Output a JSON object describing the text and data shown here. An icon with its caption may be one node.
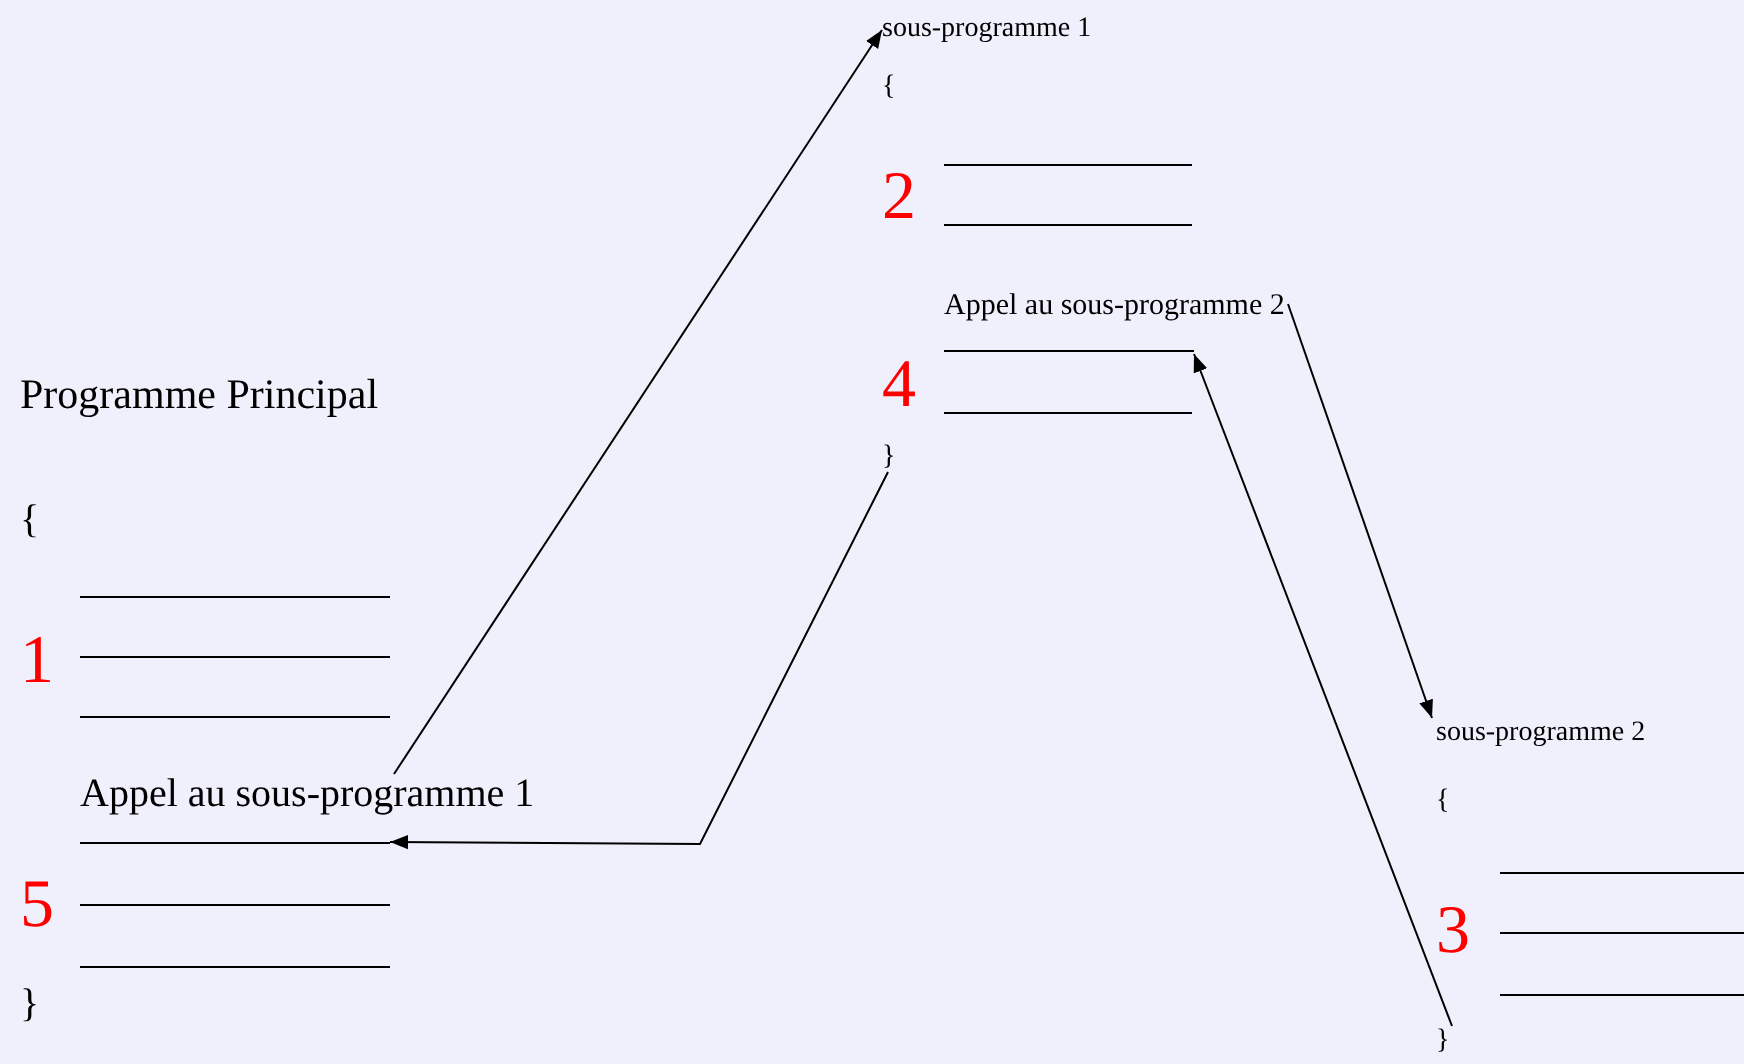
{
  "diagram": {
    "nodes": [
      {
        "text": [
          "Appel au sous-programme 1"
        ]
      },
      {
        "text": [],
        "shape": "line"
      },
      {
        "text": [
          "sous-programme 1"
        ]
      },
      {
        "text": [
          "Appel au sous-programme 2"
        ]
      },
      {
        "text": [],
        "shape": "line"
      },
      {
        "text": [
          "}"
        ]
      },
      {
        "text": [
          "sous-programme 2"
        ]
      },
      {
        "text": [
          "}"
        ]
      }
    ],
    "edges": [
      {
        "from": 0,
        "to": 2,
        "arrow": "to"
      },
      {
        "from": 5,
        "to": 1,
        "arrow": "to"
      },
      {
        "from": 3,
        "to": 6,
        "arrow": "to"
      },
      {
        "from": 7,
        "to": 4,
        "arrow": "to"
      }
    ],
    "labels": [
      "Programme Principal",
      "{",
      "1",
      "5",
      "}",
      "{",
      "2",
      "4",
      "{",
      "3"
    ]
  }
}
